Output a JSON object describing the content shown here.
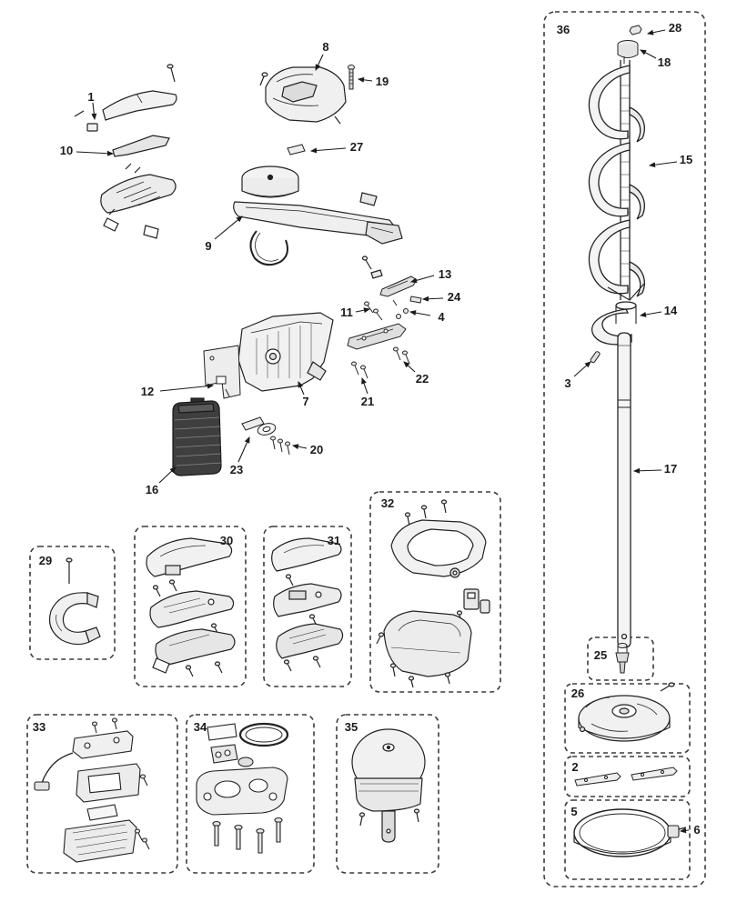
{
  "page": {
    "background": "#ffffff",
    "ink": "#1f1f1f"
  },
  "diagram": {
    "labels": {
      "n1": "1",
      "n2": "2",
      "n3": "3",
      "n4": "4",
      "n5": "5",
      "n6": "6",
      "n7": "7",
      "n8": "8",
      "n9": "9",
      "n10": "10",
      "n11": "11",
      "n12": "12",
      "n13": "13",
      "n14": "14",
      "n15": "15",
      "n16": "16",
      "n17": "17",
      "n18": "18",
      "n19": "19",
      "n20": "20",
      "n21": "21",
      "n22": "22",
      "n23": "23",
      "n24": "24",
      "n25": "25",
      "n26": "26",
      "n27": "27",
      "n28": "28",
      "n29": "29",
      "n30": "30",
      "n31": "31",
      "n32": "32",
      "n33": "33",
      "n34": "34",
      "n35": "35",
      "n36": "36"
    }
  }
}
